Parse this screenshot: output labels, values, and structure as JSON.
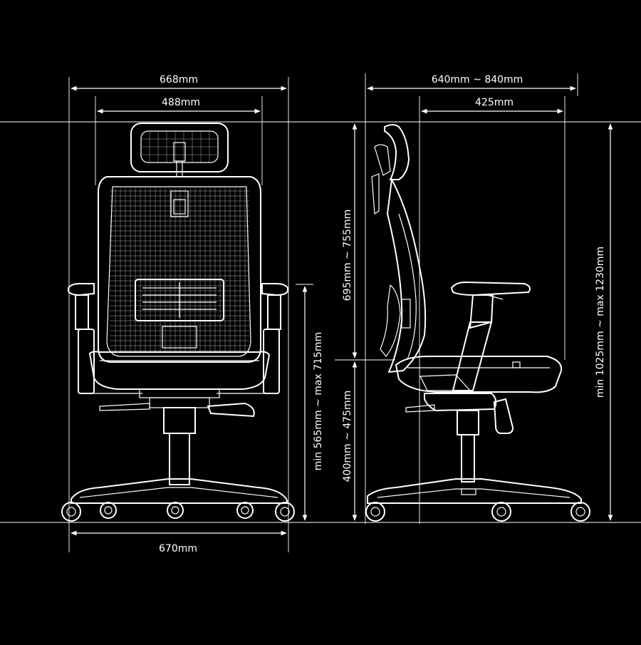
{
  "front_view": {
    "overall_width": "668mm",
    "back_width": "488mm",
    "base_width": "670mm",
    "armrest_height": "min 565mm ~ max 715mm"
  },
  "side_view": {
    "overall_depth": "640mm ~ 840mm",
    "seat_depth": "425mm",
    "back_height": "695mm ~ 755mm",
    "seat_height": "400mm ~ 475mm",
    "total_height": "min 1025mm ~ max 1230mm"
  },
  "colors": {
    "background": "#000000",
    "line": "#ffffff"
  }
}
